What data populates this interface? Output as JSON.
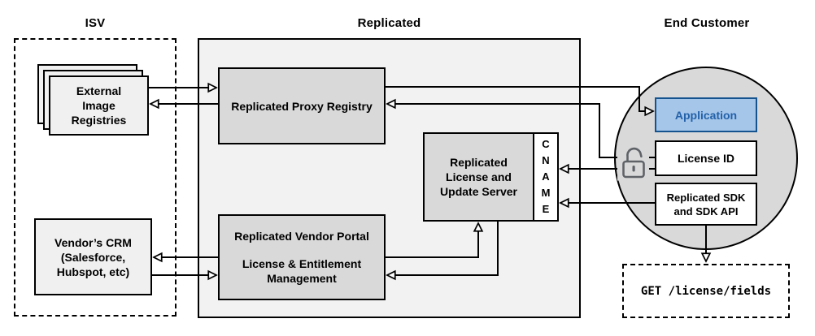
{
  "sections": {
    "isv": {
      "label": "ISV"
    },
    "replicated": {
      "label": "Replicated"
    },
    "end_customer": {
      "label": "End Customer"
    }
  },
  "nodes": {
    "external_registries": {
      "lines": [
        "External",
        "Image",
        "Registries"
      ]
    },
    "vendors_crm": {
      "lines": [
        "Vendor’s CRM",
        "(Salesforce,",
        "Hubspot, etc)"
      ]
    },
    "proxy_registry": {
      "label": "Replicated Proxy Registry"
    },
    "vendor_portal": {
      "title": "Replicated Vendor Portal",
      "subtitle_lines": [
        "License & Entitlement",
        "Management"
      ]
    },
    "update_server": {
      "lines": [
        "Replicated",
        "License and",
        "Update Server"
      ]
    },
    "cname": {
      "letters": [
        "C",
        "N",
        "A",
        "M",
        "E"
      ]
    },
    "application": {
      "label": "Application"
    },
    "license_id": {
      "label": "License ID"
    },
    "sdk": {
      "lines": [
        "Replicated SDK",
        "and SDK API"
      ]
    },
    "get_endpoint": {
      "label": "GET /license/fields"
    }
  },
  "icons": {
    "lock": "open-padlock"
  },
  "edges": [
    {
      "from": "external_registries",
      "to": "proxy_registry"
    },
    {
      "from": "proxy_registry",
      "to": "external_registries"
    },
    {
      "from": "proxy_registry",
      "to": "application"
    },
    {
      "from": "license_id",
      "to": "proxy_registry"
    },
    {
      "from": "vendor_portal",
      "to": "vendors_crm"
    },
    {
      "from": "vendors_crm",
      "to": "vendor_portal"
    },
    {
      "from": "vendor_portal",
      "to": "update_server"
    },
    {
      "from": "update_server",
      "to": "vendor_portal"
    },
    {
      "from": "license_id",
      "to": "cname"
    },
    {
      "from": "sdk",
      "to": "cname"
    },
    {
      "from": "sdk",
      "to": "get_endpoint"
    }
  ],
  "colors": {
    "container_fill": "#f2f2f2",
    "node_fill": "#d9d9d9",
    "light_node_fill": "#f0f0f0",
    "circle_fill": "#d9d9d9",
    "line": "#000000",
    "app_fill": "#a5c6e9",
    "app_border": "#15538f",
    "app_text": "#2361a9",
    "lock_gray": "#5f6368"
  }
}
